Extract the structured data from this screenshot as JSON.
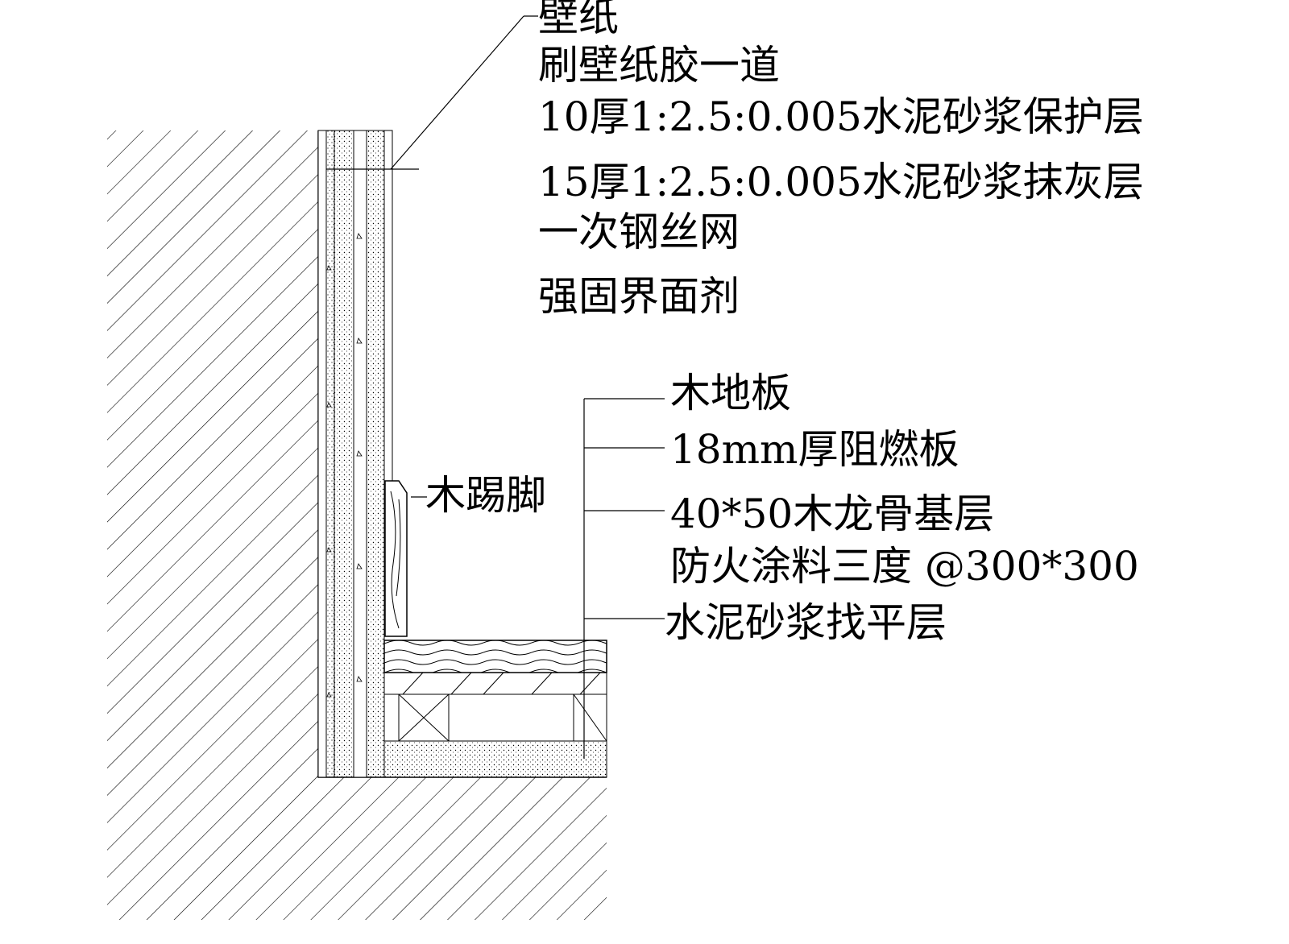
{
  "wall_labels": [
    "壁纸",
    "刷壁纸胶一道",
    "10厚1:2.5:0.005水泥砂浆保护层",
    "15厚1:2.5:0.005水泥砂浆抹灰层",
    "一次钢丝网",
    "强固界面剂"
  ],
  "skirting_label": "木踢脚",
  "floor_labels": [
    "木地板",
    "18mm厚阻燃板",
    "40*50木龙骨基层",
    "防火涂料三度 @300*300",
    "水泥砂浆找平层"
  ],
  "colors": {
    "line": "#000000",
    "background": "#ffffff"
  }
}
